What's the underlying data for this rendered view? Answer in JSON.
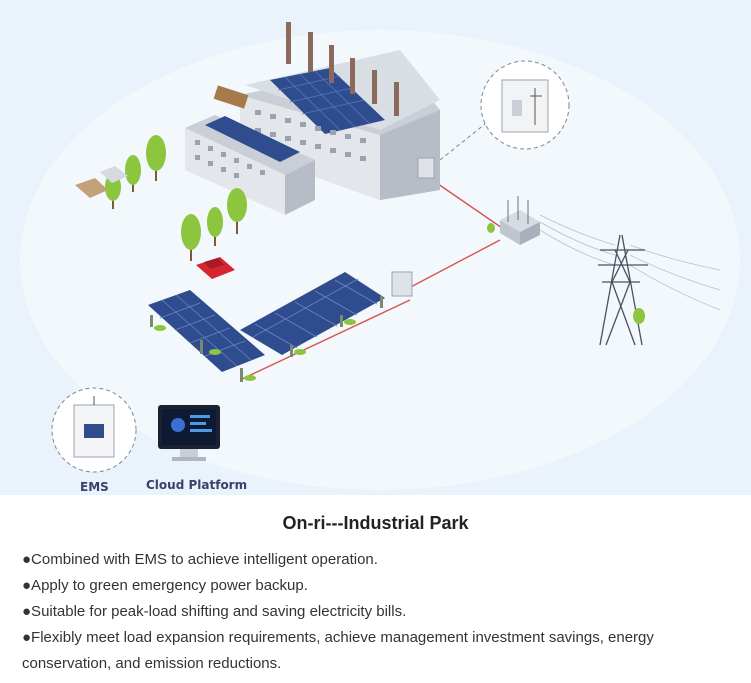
{
  "illustration": {
    "ems_label": "EMS",
    "cloud_label": "Cloud Platform"
  },
  "caption": {
    "title": "On-ri---Industrial Park",
    "bullets": [
      "●Combined with EMS to achieve intelligent operation.",
      "●Apply to green emergency power backup.",
      "●Suitable for peak-load shifting and saving electricity bills.",
      "●Flexibly meet load expansion requirements, achieve management investment savings, energy conservation, and emission reductions."
    ]
  },
  "colors": {
    "background": "#e9f1fb",
    "solar_panel": "#2f4c8f",
    "power_line": "#d9534f",
    "tree": "#8cc63f",
    "building": "#d7dbe2"
  }
}
